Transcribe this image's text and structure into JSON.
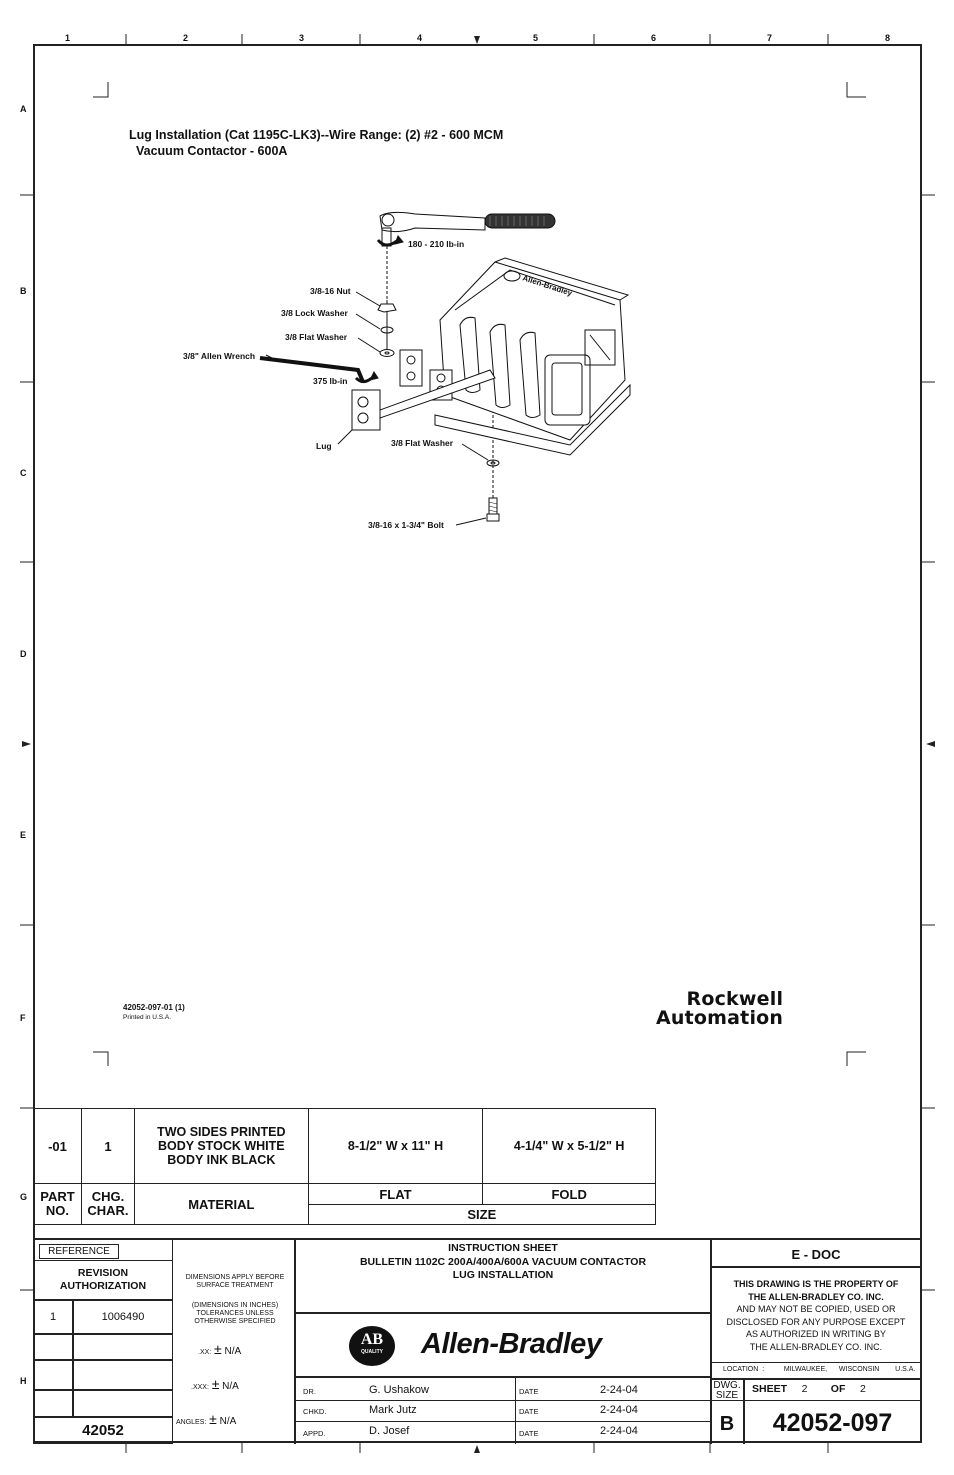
{
  "border": {
    "columns": [
      "1",
      "2",
      "3",
      "4",
      "5",
      "6",
      "7",
      "8"
    ],
    "rows": [
      "A",
      "B",
      "C",
      "D",
      "E",
      "F",
      "G",
      "H"
    ]
  },
  "drawing": {
    "title_line1": "Lug Installation (Cat 1195C-LK3)--Wire Range: (2) #2 - 600 MCM",
    "title_line2": "Vacuum Contactor - 600A",
    "callouts": {
      "torque_top": "180 - 210 lb-in",
      "nut": "3/8-16 Nut",
      "lock_washer": "3/8 Lock Washer",
      "flat_washer_top": "3/8 Flat Washer",
      "allen_wrench": "3/8\" Allen Wrench",
      "torque_lug": "375 lb-in",
      "lug": "Lug",
      "flat_washer_bottom": "3/8 Flat Washer",
      "bolt": "3/8-16 x 1-3/4\" Bolt"
    },
    "device_brand": "Allen-Bradley"
  },
  "print_info": {
    "part_ref": "42052-097-01 (1)",
    "printed": "Printed in U.S.A."
  },
  "logo": {
    "line1": "Rockwell",
    "line2": "Automation"
  },
  "material_table": {
    "row": {
      "part_no": "-01",
      "chg_char": "1",
      "material_lines": [
        "TWO SIDES PRINTED",
        "BODY STOCK WHITE",
        "BODY INK BLACK"
      ],
      "flat": "8-1/2\" W x 11\" H",
      "fold": "4-1/4\" W x 5-1/2\" H"
    },
    "headers": {
      "part_no_1": "PART",
      "part_no_2": "NO.",
      "chg_char_1": "CHG.",
      "chg_char_2": "CHAR.",
      "material": "MATERIAL",
      "flat": "FLAT",
      "fold": "FOLD",
      "size": "SIZE"
    }
  },
  "title_block": {
    "reference": "REFERENCE",
    "revision_authorization_1": "REVISION",
    "revision_authorization_2": "AUTHORIZATION",
    "revision_number": "1",
    "revision_auth_no": "1006490",
    "base_no": "42052",
    "dim_note_1": "DIMENSIONS APPLY BEFORE",
    "dim_note_2": "SURFACE TREATMENT",
    "dim_note_3": "(DIMENSIONS IN INCHES)",
    "dim_note_4": "TOLERANCES UNLESS",
    "dim_note_5": "OTHERWISE SPECIFIED",
    "tol_xx_label": ".XX:",
    "tol_xxx_label": ".XXX:",
    "tol_angles_label": "ANGLES:",
    "tol_pm": "±",
    "tol_value": "N/A",
    "sheet_title_1": "INSTRUCTION SHEET",
    "sheet_title_2": "BULLETIN 1102C 200A/400A/600A VACUUM CONTACTOR",
    "sheet_title_3": "LUG INSTALLATION",
    "ab_badge": "AB",
    "ab_badge_sub": "QUALITY",
    "ab_name": "Allen-Bradley",
    "dr_label": "DR.",
    "dr_name": "G. Ushakow",
    "chkd_label": "CHKD.",
    "chkd_name": "Mark Jutz",
    "appd_label": "APPD.",
    "appd_name": "D. Josef",
    "date_label": "DATE",
    "date_value": "2-24-04",
    "edoc": "E - DOC",
    "property_1": "THIS DRAWING IS THE PROPERTY OF",
    "property_2": "THE  ALLEN-BRADLEY CO. INC.",
    "property_3": "AND MAY NOT BE COPIED, USED OR",
    "property_4": "DISCLOSED FOR ANY PURPOSE EXCEPT",
    "property_5": "AS AUTHORIZED IN WRITING BY",
    "property_6": "THE ALLEN-BRADLEY CO. INC.",
    "location_label": "LOCATION :",
    "location_city": "MILWAUKEE,",
    "location_state": "WISCONSIN",
    "location_country": "U.S.A.",
    "dwg_size_label_1": "DWG.",
    "dwg_size_label_2": "SIZE",
    "dwg_size": "B",
    "sheet_label": "SHEET",
    "sheet_no": "2",
    "of_label": "OF",
    "sheet_total": "2",
    "dwg_no": "42052-097"
  }
}
